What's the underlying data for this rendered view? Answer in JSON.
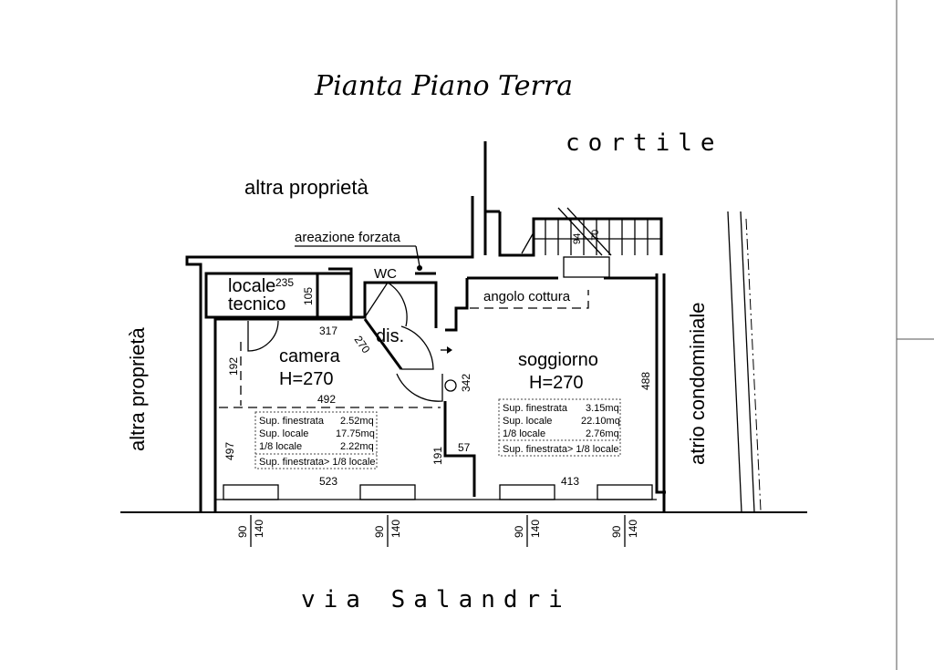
{
  "title": "Pianta Piano Terra",
  "labels": {
    "cortile": "cortile",
    "altra_proprieta_top": "altra proprietà",
    "altra_proprieta_left": "altra proprietà",
    "atrio": "atrio condominiale",
    "via": "via Salandri",
    "areazione": "areazione forzata"
  },
  "rooms": {
    "locale_tecnico_1": "locale",
    "locale_tecnico_2": "tecnico",
    "wc": "WC",
    "dis": "dis.",
    "camera_name": "camera",
    "camera_height": "H=270",
    "soggiorno_name": "soggiorno",
    "soggiorno_height": "H=270",
    "angolo": "angolo cottura"
  },
  "camera_table": {
    "rows": [
      {
        "label": "Sup. finestrata",
        "value": "2.52mq"
      },
      {
        "label": "Sup. locale",
        "value": "17.75mq"
      },
      {
        "label": "1/8 locale",
        "value": "2.22mq"
      }
    ],
    "footer": "Sup. finestrata> 1/8 locale"
  },
  "soggiorno_table": {
    "rows": [
      {
        "label": "Sup. finestrata",
        "value": "3.15mq"
      },
      {
        "label": "Sup. locale",
        "value": "22.10mq"
      },
      {
        "label": "1/8 locale",
        "value": "2.76mq"
      }
    ],
    "footer": "Sup. finestrata> 1/8 locale"
  },
  "dimensions": {
    "d235": "235",
    "d105": "105",
    "d317": "317",
    "d270": "270",
    "d192": "192",
    "d492": "492",
    "d497": "497",
    "d523": "523",
    "d191": "191",
    "d57": "57",
    "d342": "342",
    "d413": "413",
    "d488": "488",
    "d94": "94",
    "d70": "70",
    "w1a": "90",
    "w1b": "140",
    "w2a": "90",
    "w2b": "140",
    "w3a": "90",
    "w3b": "140",
    "w4a": "90",
    "w4b": "140"
  }
}
